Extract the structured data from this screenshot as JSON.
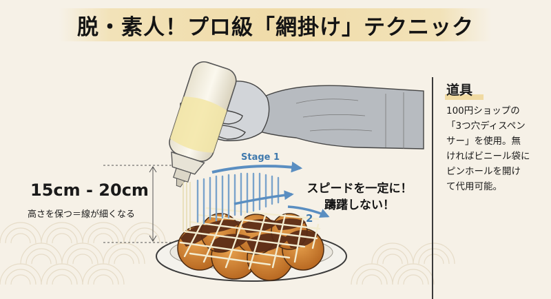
{
  "title": "脱・素人！プロ級「網掛け」テクニック",
  "height": {
    "value": "15cm - 20cm",
    "note": "高さを保つ＝線が細くなる"
  },
  "stages": {
    "stage1": "Stage 1",
    "stage2": "2"
  },
  "callout": {
    "line1": "スピードを一定に！",
    "line2": "躊躇しない！"
  },
  "sidebar": {
    "heading": "道具",
    "lines": [
      "100円ショップの",
      "「3つ穴ディスペン",
      "サー」を使用。無",
      "ければビニール袋に",
      "ピンホールを開け",
      "て代用可能。"
    ]
  },
  "colors": {
    "background": "#f6f1e7",
    "title_band": "#f0dca9",
    "stage_blue": "#3f79ad",
    "sauce": "#5a2c17",
    "mayo": "#f3ecd0"
  }
}
